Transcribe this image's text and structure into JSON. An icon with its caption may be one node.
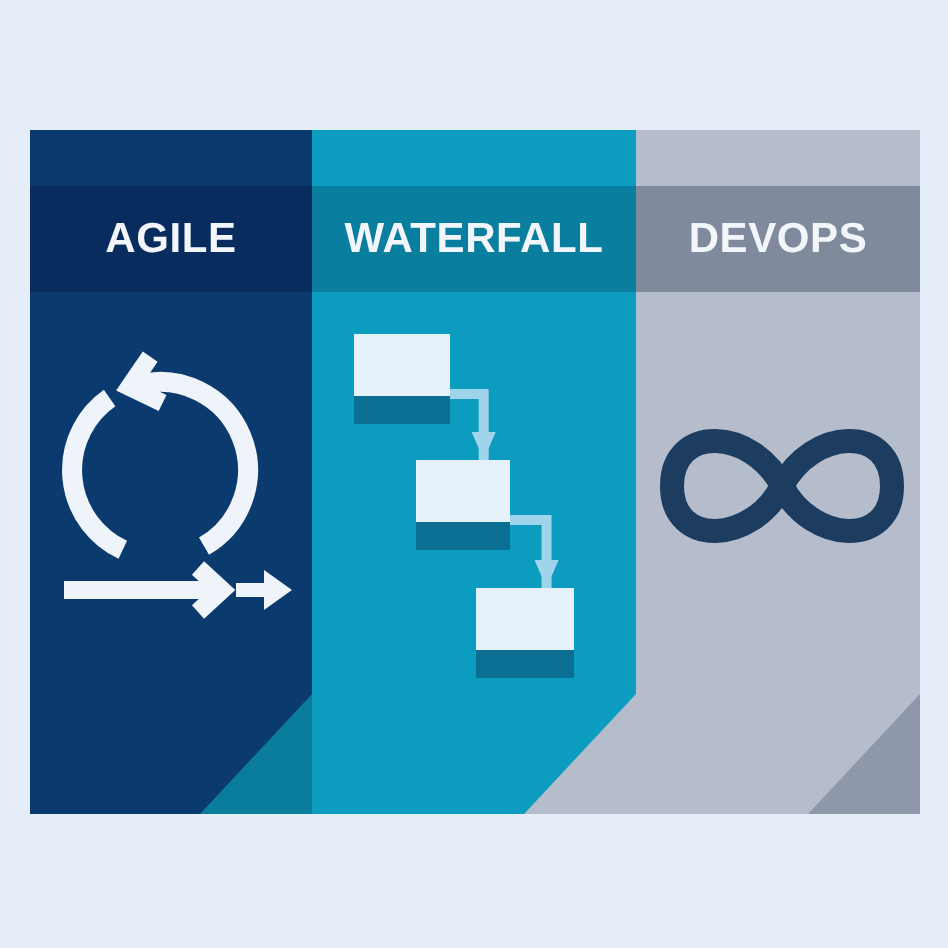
{
  "diagram": {
    "nodes": [
      {
        "text": [
          "AGILE"
        ]
      },
      {
        "text": [
          "WATERFALL"
        ]
      },
      {
        "text": [],
        "shape": "box",
        "in": 1
      },
      {
        "text": [],
        "shape": "box",
        "in": 1
      },
      {
        "text": [],
        "shape": "box",
        "in": 1
      },
      {
        "text": [
          "DEVOPS"
        ]
      }
    ],
    "edges": [
      {
        "from": 2,
        "to": 3,
        "arrow": "to"
      },
      {
        "from": 3,
        "to": 4,
        "arrow": "to"
      }
    ]
  }
}
